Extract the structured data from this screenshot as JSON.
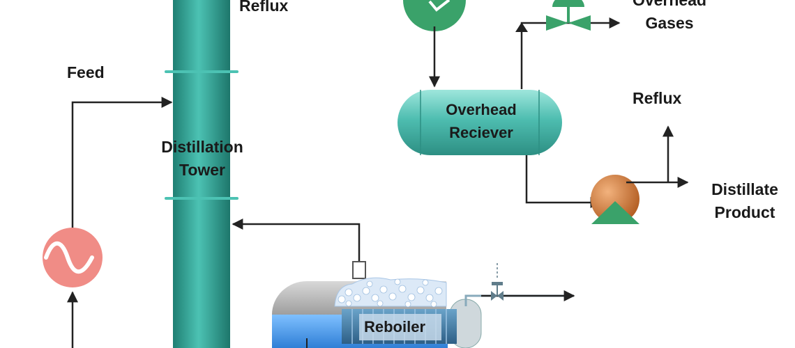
{
  "labels": {
    "reflux_top": "Reflux",
    "overhead_gases_line1": "Overhead",
    "overhead_gases_line2": "Gases",
    "feed": "Feed",
    "tower_line1": "Distillation",
    "tower_line2": "Tower",
    "receiver_line1": "Overhead",
    "receiver_line2": "Reciever",
    "reflux_right": "Reflux",
    "distillate_line1": "Distillate",
    "distillate_line2": "Product",
    "reboiler": "Reboiler"
  },
  "colors": {
    "tower": "#2f9e90",
    "receiver": "#4ebdb0",
    "condenser": "#3aa26a",
    "heater": "#f08c86",
    "pump": "#d97c3d",
    "pump_base": "#3aa26a",
    "reboiler_shell": "#9e9e9e",
    "reboiler_liquid": "#3f8fe0",
    "lines": "#222222"
  }
}
